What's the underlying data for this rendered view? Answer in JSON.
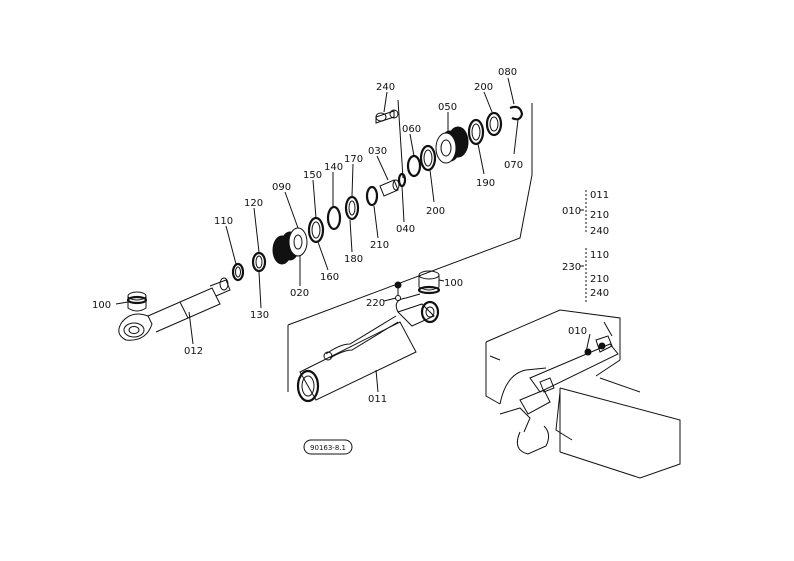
{
  "parts": {
    "p240": "240",
    "p080": "080",
    "p200a": "200",
    "p050": "050",
    "p060": "060",
    "p030": "030",
    "p170": "170",
    "p140": "140",
    "p150": "150",
    "p090": "090",
    "p120": "120",
    "p110": "110",
    "p100a": "100",
    "p012": "012",
    "p130": "130",
    "p020": "020",
    "p160": "160",
    "p180": "180",
    "p210": "210",
    "p040": "040",
    "p200b": "200",
    "p190": "190",
    "p070": "070",
    "p100b": "100",
    "p220": "220",
    "p011": "011",
    "loc010": "010"
  },
  "legend": {
    "g1_main": "010",
    "g1_items": [
      "011",
      "210",
      "240"
    ],
    "g2_main": "230",
    "g2_items": [
      "110",
      "210",
      "240"
    ]
  },
  "stamp": "90163-8.1"
}
